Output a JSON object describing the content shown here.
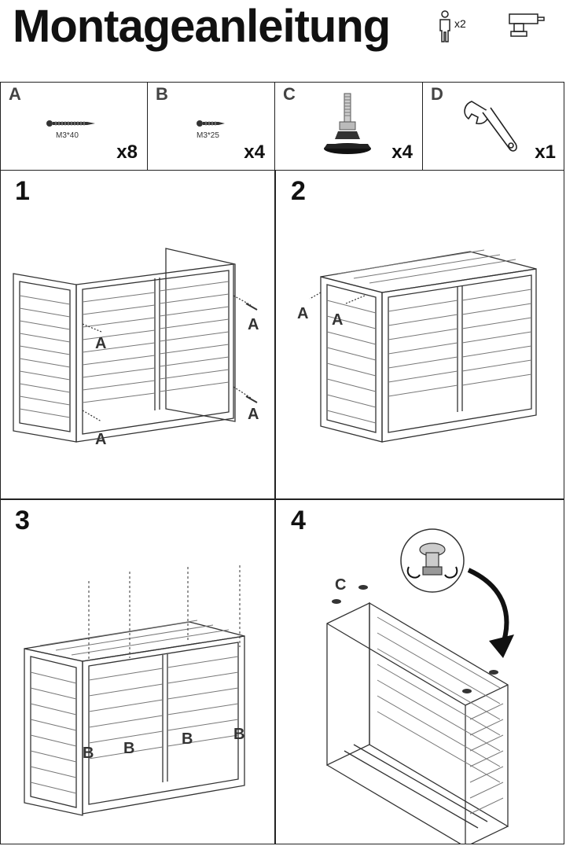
{
  "title": "Montageanleitung",
  "persons": "x2",
  "parts": [
    {
      "letter": "A",
      "size": "M3*40",
      "qty": "x8"
    },
    {
      "letter": "B",
      "size": "M3*25",
      "qty": "x4"
    },
    {
      "letter": "C",
      "qty": "x4"
    },
    {
      "letter": "D",
      "qty": "x1"
    }
  ],
  "steps": [
    {
      "number": "1",
      "labels": [
        "A",
        "A",
        "A",
        "A"
      ]
    },
    {
      "number": "2",
      "labels": [
        "A",
        "A"
      ]
    },
    {
      "number": "3",
      "labels": [
        "B",
        "B",
        "B",
        "B"
      ]
    },
    {
      "number": "4",
      "labels": [
        "C"
      ]
    }
  ]
}
